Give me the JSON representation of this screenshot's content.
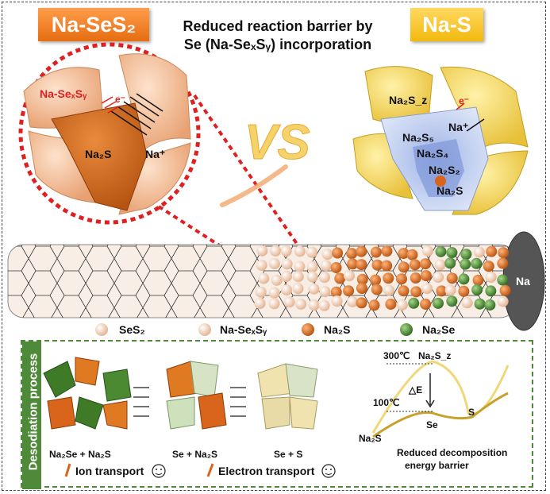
{
  "header": {
    "left_badge": "Na-SeS₂",
    "right_badge": "Na-S",
    "title_line1": "Reduced reaction barrier by",
    "title_line2": "Se (Na-SeₓSᵧ) incorporation"
  },
  "left_particle": {
    "nasexsy": "Na-SeₓSᵧ",
    "electron": "e⁻",
    "na2s": "Na₂S",
    "na_ion": "Na⁺"
  },
  "right_particle": {
    "na2sz": "Na₂S_z",
    "electron": "e⁻",
    "na_ion": "Na⁺",
    "na2s5": "Na₂S₅",
    "na2s4": "Na₂S₄",
    "na2s2": "Na₂S₂",
    "na2s": "Na₂S"
  },
  "electrode": {
    "na_label": "Na"
  },
  "legend": [
    {
      "label": "SeS₂",
      "color": "#f2c7a5"
    },
    {
      "label": "Na-SeₓSᵧ",
      "color": "#f4c9a6"
    },
    {
      "label": "Na₂S",
      "color": "#d9651c"
    },
    {
      "label": "Na₂Se",
      "color": "#4c8a32"
    }
  ],
  "bottom": {
    "side_title": "Desodiation process",
    "stage1": "Na₂Se + Na₂S",
    "stage2": "Se + Na₂S",
    "stage3": "Se + S",
    "ion_transport": "Ion transport",
    "electron_transport": "Electron transport",
    "temp_high": "300℃",
    "temp_low": "100℃",
    "na2sz": "Na₂S_z",
    "delta_e": "△E",
    "s": "S",
    "se": "Se",
    "na2s": "Na₂S",
    "reduced_line1": "Reduced decomposition",
    "reduced_line2": "energy barrier"
  },
  "colors": {
    "orange": "#e8701a",
    "yellow": "#f5c518",
    "green": "#4e8a3a",
    "red_dash": "#e02020"
  }
}
